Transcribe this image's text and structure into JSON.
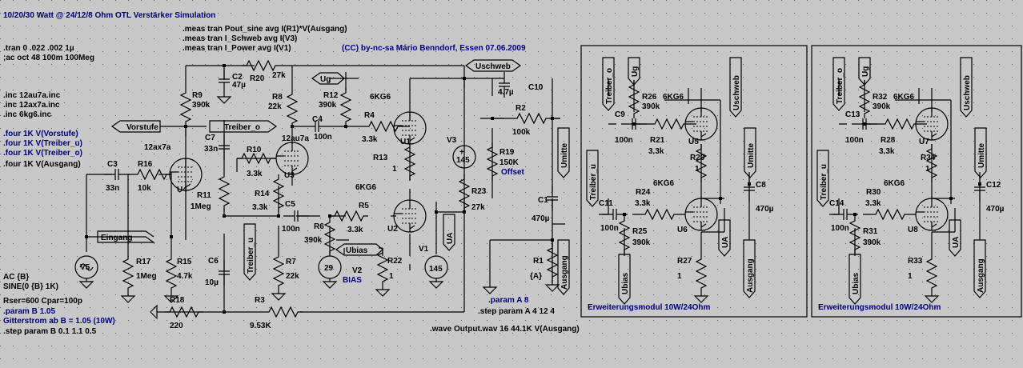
{
  "title": "10/20/30 Watt @ 24/12/8 Ohm OTL Verstärker Simulation",
  "credit": "(CC) by-nc-sa Mário Benndorf, Essen 07.06.2009",
  "directives_left": [
    ".tran 0 .022 .002 1µ",
    ";ac oct 48 100m 100Meg",
    ".inc 12au7a.inc",
    ".inc 12ax7a.inc",
    ".inc 6kg6.inc"
  ],
  "four_lines": [
    ".four 1K V(Vorstufe)",
    ".four 1K V(Treiber_u)",
    ".four 1K V(Treiber_o)",
    ".four 1K V(Ausgang)"
  ],
  "meas_lines": [
    ".meas tran Pout_sine avg I(R1)*V(Ausgang)",
    ".meas tran I_Schweb avg I(V3)",
    ".meas tran I_Power avg I(V1)"
  ],
  "source_lines": [
    "AC {B}",
    "SINE(0 {B} 1K)",
    "Rser=600 Cpar=100p"
  ],
  "param_b": ".param B 1.05",
  "gitterstrom": "Gitterstrom ab B = 1.05 (10W)",
  "step_b": ".step param B 0.1 1.1 0.5",
  "param_a": ".param A 8",
  "step_a": ".step param A  4 12 4",
  "wave": ".wave Output.wav 16 44.1K V(Ausgang)",
  "module_title": "Erweiterungsmodul 10W/24Ohm",
  "nets": {
    "vorstufe": "Vorstufe",
    "treiber_o": "Treiber_o",
    "treiber_u": "Treiber_u",
    "ug": "Ug",
    "uschweb": "Uschweb",
    "umitte": "Umitte",
    "ua": "UA",
    "ubias": "Ubias",
    "eingang": "Eingang",
    "ausgang": "Ausgang"
  },
  "main": {
    "R20": {
      "ref": "R20",
      "val": "27k"
    },
    "C2": {
      "ref": "C2",
      "val": "47µ"
    },
    "R9": {
      "ref": "R9",
      "val": "390k"
    },
    "R8": {
      "ref": "R8",
      "val": "22k"
    },
    "R12": {
      "ref": "R12",
      "val": "390k"
    },
    "C4": {
      "ref": "C4",
      "val": "100n"
    },
    "R4": {
      "ref": "R4",
      "val": "3.3k"
    },
    "U1": {
      "ref": "U1",
      "tube": "6KG6"
    },
    "C10": {
      "ref": "C10",
      "val": "4.7µ"
    },
    "R2": {
      "ref": "R2",
      "val": "100k"
    },
    "C7": {
      "ref": "C7",
      "val": "33n"
    },
    "R10": {
      "ref": "R10",
      "val": "3.3k"
    },
    "U3": {
      "ref": "U3",
      "tube": "12au7a"
    },
    "U4": {
      "ref": "U4",
      "tube": "12ax7a"
    },
    "C3": {
      "ref": "C3",
      "val": "33n"
    },
    "R16": {
      "ref": "R16",
      "val": "10k"
    },
    "R11": {
      "ref": "R11",
      "val": "1Meg"
    },
    "R14": {
      "ref": "R14",
      "val": "3.3k"
    },
    "C5": {
      "ref": "C5",
      "val": "100n"
    },
    "V3": {
      "ref": "V3",
      "val": "145"
    },
    "R19": {
      "ref": "R19",
      "val": "150K",
      "extra": "Offset"
    },
    "R13": {
      "ref": "R13",
      "val": "1"
    },
    "U2": {
      "ref": "U2",
      "tube": "6KG6"
    },
    "R23": {
      "ref": "R23",
      "val": "27k"
    },
    "C1": {
      "ref": "C1",
      "val": "470µ"
    },
    "R6": {
      "ref": "R6",
      "val": "390k"
    },
    "R5": {
      "ref": "R5",
      "val": "3.3k"
    },
    "V5": {
      "ref": "V5"
    },
    "R17": {
      "ref": "R17",
      "val": "1Meg"
    },
    "R15": {
      "ref": "R15",
      "val": "4.7k"
    },
    "C6": {
      "ref": "C6",
      "val": "10µ"
    },
    "R7": {
      "ref": "R7",
      "val": "22k"
    },
    "V2": {
      "ref": "V2",
      "val": "29",
      "extra": "BIAS"
    },
    "R22": {
      "ref": "R22",
      "val": "1"
    },
    "V1": {
      "ref": "V1",
      "val": "145"
    },
    "R1": {
      "ref": "R1",
      "val": "{A}"
    },
    "R18": {
      "ref": "R18",
      "val": "220"
    },
    "R3": {
      "ref": "R3",
      "val": "9.53K"
    }
  },
  "mod1": {
    "C9": {
      "ref": "C9",
      "val": "100n"
    },
    "R26": {
      "ref": "R26",
      "val": "390k"
    },
    "R21": {
      "ref": "R21",
      "val": "3.3k"
    },
    "U5": {
      "ref": "U5",
      "tube": "6KG6"
    },
    "R29": {
      "ref": "R29",
      "val": "1"
    },
    "C11": {
      "ref": "C11",
      "val": "100n"
    },
    "R24": {
      "ref": "R24",
      "val": "3.3k"
    },
    "R25": {
      "ref": "R25",
      "val": "390k"
    },
    "U6": {
      "ref": "U6",
      "tube": "6KG6"
    },
    "C8": {
      "ref": "C8",
      "val": "470µ"
    },
    "R27": {
      "ref": "R27",
      "val": "1"
    }
  },
  "mod2": {
    "C13": {
      "ref": "C13",
      "val": "100n"
    },
    "R32": {
      "ref": "R32",
      "val": "390k"
    },
    "R28": {
      "ref": "R28",
      "val": "3.3k"
    },
    "U7": {
      "ref": "U7",
      "tube": "6KG6"
    },
    "R34": {
      "ref": "R34",
      "val": "1"
    },
    "C14": {
      "ref": "C14",
      "val": "100n"
    },
    "R30": {
      "ref": "R30",
      "val": "3.3k"
    },
    "R31": {
      "ref": "R31",
      "val": "390k"
    },
    "U8": {
      "ref": "U8",
      "tube": "6KG6"
    },
    "C12": {
      "ref": "C12",
      "val": "470µ"
    },
    "R33": {
      "ref": "R33",
      "val": "1"
    }
  },
  "colors": {
    "background": "#c8c8c8",
    "wire": "#000000",
    "directive": "#000080",
    "grid": "#5a5a5a"
  }
}
